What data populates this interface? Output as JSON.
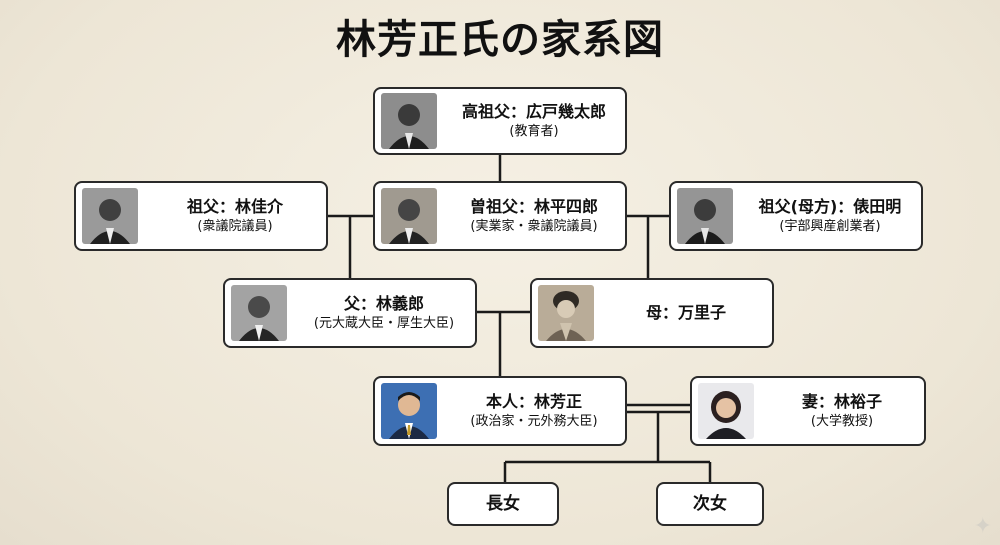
{
  "title": "林芳正氏の家系図",
  "people": {
    "great_great_grandfather": {
      "name": "高祖父：広戸幾太郎",
      "role": "(教育者)"
    },
    "grandfather": {
      "name": "祖父：林佳介",
      "role": "(衆議院議員)"
    },
    "great_grandfather": {
      "name": "曽祖父：林平四郎",
      "role": "(実業家・衆議院議員)"
    },
    "maternal_grandfather": {
      "name": "祖父(母方)：俵田明",
      "role": "(宇部興産創業者)"
    },
    "father": {
      "name": "父：林義郎",
      "role": "(元大蔵大臣・厚生大臣)"
    },
    "mother": {
      "name": "母：万里子"
    },
    "self": {
      "name": "本人：林芳正",
      "role": "(政治家・元外務大臣)"
    },
    "wife": {
      "name": "妻：林裕子",
      "role": "(大学教授)"
    },
    "eldest_daughter": {
      "name": "長女"
    },
    "second_daughter": {
      "name": "次女"
    }
  },
  "colors": {
    "line": "#1a1a1a",
    "border": "#2a2a2a",
    "background": "#f2ecdf"
  },
  "icons": {
    "portrait": "person-photo-icon",
    "watermark": "sparkle-icon"
  }
}
